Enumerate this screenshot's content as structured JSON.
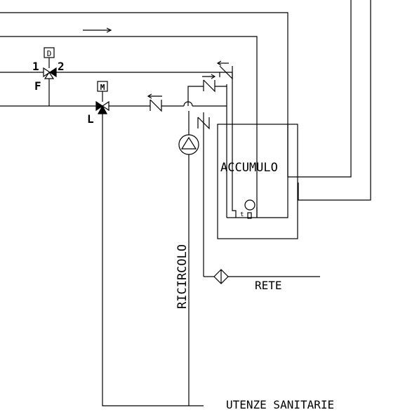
{
  "labels": {
    "d": "D",
    "m": "M",
    "one": "1",
    "two": "2",
    "f": "F",
    "l": "L",
    "accumulo": "ACCUMULO",
    "ricircolo": "RICIRCOLO",
    "rete": "RETE",
    "utenze": "UTENZE SANITARIE"
  },
  "colors": {
    "line": "#000000",
    "background": "#ffffff"
  }
}
